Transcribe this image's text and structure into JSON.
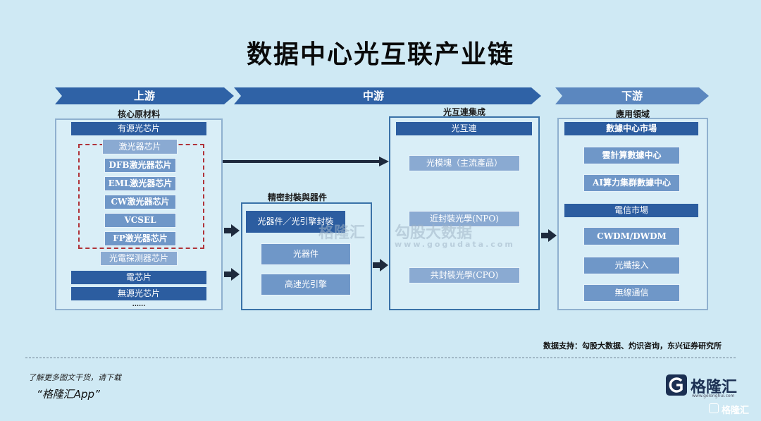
{
  "title": "数据中心光互联产业链",
  "stages": [
    {
      "label": "上游"
    },
    {
      "label": "中游"
    },
    {
      "label": "下游"
    }
  ],
  "upstream": {
    "heading": "核心原材料",
    "active_header": "有源光芯片",
    "laser_items": [
      "激光器芯片",
      "DFB激光器芯片",
      "EML激光器芯片",
      "CW激光器芯片",
      "VCSEL",
      "FP激光器芯片"
    ],
    "detector": "光電探测器芯片",
    "electrical": "電芯片",
    "passive": "無源光芯片",
    "more": "......"
  },
  "packaging": {
    "heading": "精密封裝與器件",
    "header": "光器件／光引擎封裝",
    "items": [
      "光器件",
      "高速光引擎"
    ]
  },
  "integration": {
    "heading": "光互連集成",
    "header": "光互連",
    "items": [
      "光模塊（主流產品）",
      "近封裝光學(NPO)",
      "共封裝光學(CPO)"
    ]
  },
  "downstream": {
    "heading": "應用領域",
    "dc_header": "數據中心市場",
    "dc_items": [
      "雲計算數據中心",
      "AI算力集群數據中心"
    ],
    "tel_header": "電信市場",
    "tel_items": [
      "CWDM/DWDM",
      "光纖接入",
      "無線通信"
    ]
  },
  "watermark": {
    "brand_cn": "格隆汇",
    "brand2": "勾股大数据",
    "url": "www.gogudata.com"
  },
  "source": "数据支持：勾股大数据、灼识咨询，东兴证券研究所",
  "footer": {
    "line1": "了解更多图文干货，请下载",
    "line2": "“格隆汇App”",
    "logo_text": "格隆汇",
    "logo_sub": "www.gelonghui.com",
    "corner": "格隆汇"
  },
  "colors": {
    "bar": "#2c5da0",
    "box": "#6f97c8",
    "chevron": "#2f62a6",
    "chevron_light": "#5b87bf",
    "background": "#cfe9f4"
  }
}
